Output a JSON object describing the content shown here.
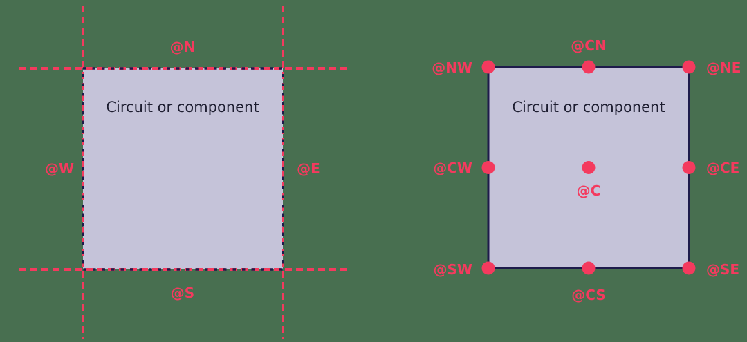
{
  "colors": {
    "background": "#486f50",
    "accent_red": "#f43a5e",
    "navy": "#1e1b4b",
    "box_fill": "#c5c3d9",
    "box_text": "#1d1d30"
  },
  "left_diagram": {
    "box_label": "Circuit or component",
    "anchors": [
      {
        "id": "N",
        "label": "@N"
      },
      {
        "id": "W",
        "label": "@W"
      },
      {
        "id": "E",
        "label": "@E"
      },
      {
        "id": "S",
        "label": "@S"
      }
    ]
  },
  "right_diagram": {
    "box_label": "Circuit or component",
    "anchors": [
      {
        "id": "NW",
        "label": "@NW"
      },
      {
        "id": "CN",
        "label": "@CN"
      },
      {
        "id": "NE",
        "label": "@NE"
      },
      {
        "id": "CW",
        "label": "@CW"
      },
      {
        "id": "C",
        "label": "@C"
      },
      {
        "id": "CE",
        "label": "@CE"
      },
      {
        "id": "SW",
        "label": "@SW"
      },
      {
        "id": "CS",
        "label": "@CS"
      },
      {
        "id": "SE",
        "label": "@SE"
      }
    ]
  }
}
